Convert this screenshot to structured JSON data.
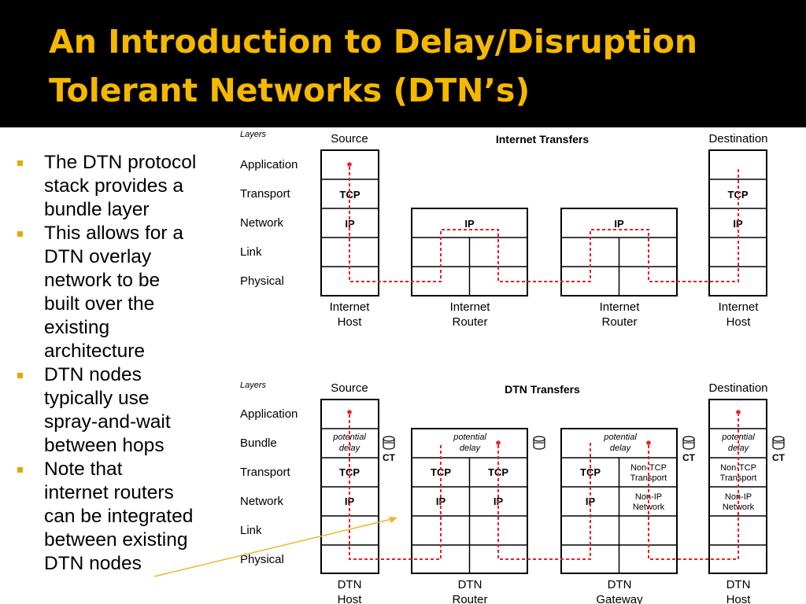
{
  "slide": {
    "title_line1": "An Introduction to Delay/Disruption",
    "title_line2": "Tolerant Networks (DTN’s)",
    "bullets": [
      [
        "The DTN protocol",
        "stack provides a",
        "bundle layer"
      ],
      [
        "This allows for a",
        "DTN overlay",
        "network to be",
        "built over the",
        "existing",
        "architecture"
      ],
      [
        "DTN nodes",
        "typically use",
        "spray-and-wait",
        "between hops"
      ],
      [
        "Note that",
        "internet routers",
        "can be integrated",
        "between existing",
        "DTN nodes"
      ]
    ]
  },
  "colors": {
    "title": "#f5b800",
    "bullet_marker": "#e6a800",
    "path": "#e8202a",
    "arrow": "#f0b429"
  },
  "internet": {
    "heading": "Internet Transfers",
    "layers_label": "Layers",
    "source_label": "Source",
    "destination_label": "Destination",
    "layers": [
      "Application",
      "Transport",
      "Network",
      "Link",
      "Physical"
    ],
    "host_cells": [
      "",
      "TCP",
      "IP",
      "",
      ""
    ],
    "router_cells": [
      "IP"
    ],
    "node_labels": [
      [
        "Internet",
        "Host"
      ],
      [
        "Internet",
        "Router"
      ],
      [
        "Internet",
        "Router"
      ],
      [
        "Internet",
        "Host"
      ]
    ]
  },
  "dtn": {
    "heading": "DTN Transfers",
    "layers_label": "Layers",
    "source_label": "Source",
    "destination_label": "Destination",
    "layers": [
      "Application",
      "Bundle",
      "Transport",
      "Network",
      "Link",
      "Physical"
    ],
    "potential_delay": [
      "potential",
      "delay"
    ],
    "ct_label": "CT",
    "tcp": "TCP",
    "ip": "IP",
    "non_tcp": [
      "Non-TCP",
      "Transport"
    ],
    "non_ip": [
      "Non-IP",
      "Network"
    ],
    "node_labels": [
      [
        "DTN",
        "Host"
      ],
      [
        "DTN",
        "Router"
      ],
      [
        "DTN",
        "Gateway"
      ],
      [
        "DTN",
        "Host"
      ]
    ]
  }
}
